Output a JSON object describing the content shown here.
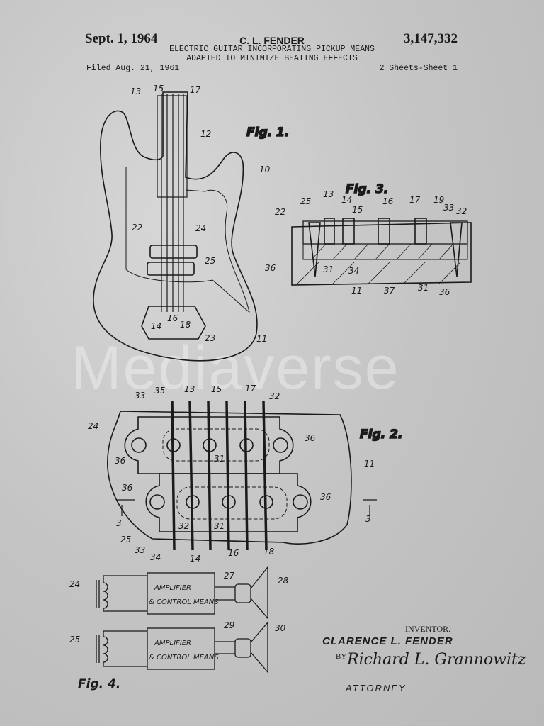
{
  "header": {
    "date": "Sept. 1, 1964",
    "inventor": "C. L. FENDER",
    "patent_number": "3,147,332",
    "title_line1": "ELECTRIC GUITAR INCORPORATING PICKUP MEANS",
    "title_line2": "ADAPTED TO MINIMIZE BEATING EFFECTS",
    "filed": "Filed Aug. 21, 1961",
    "sheets": "2 Sheets-Sheet 1"
  },
  "figures": {
    "fig1": "Fig. 1.",
    "fig2": "Fig. 2.",
    "fig3": "Fig. 3.",
    "fig4": "Fig. 4."
  },
  "fig1_refs": {
    "r13": "13",
    "r15": "15",
    "r17": "17",
    "r12": "12",
    "r10": "10",
    "r22": "22",
    "r24": "24",
    "r25": "25",
    "r16": "16",
    "r14": "14",
    "r18": "18",
    "r23": "23",
    "r11": "11"
  },
  "fig3_refs": {
    "r13": "13",
    "r25": "25",
    "r22": "22",
    "r14": "14",
    "r15": "15",
    "r16": "16",
    "r17": "17",
    "r19": "19",
    "r33": "33",
    "r32": "32",
    "r36": "36",
    "r31": "31",
    "r34": "34",
    "r11": "11",
    "r37": "37",
    "r31b": "31",
    "r36b": "36"
  },
  "fig2_refs": {
    "r33": "33",
    "r35": "35",
    "r13": "13",
    "r15": "15",
    "r17": "17",
    "r32": "32",
    "r24": "24",
    "r36a": "36",
    "r36b": "36",
    "r31": "31",
    "r36c": "36",
    "r36d": "36",
    "r11": "11",
    "r3a": "3",
    "r3b": "3",
    "r32b": "32",
    "r31b": "31",
    "r25": "25",
    "r33b": "33",
    "r34": "34",
    "r14": "14",
    "r16": "16",
    "r18": "18"
  },
  "fig4": {
    "amp1_line1": "AMPLIFIER",
    "amp1_line2": "& CONTROL MEANS",
    "amp2_line1": "AMPLIFIER",
    "amp2_line2": "& CONTROL MEANS",
    "r24": "24",
    "r27": "27",
    "r28": "28",
    "r25": "25",
    "r29": "29",
    "r30": "30"
  },
  "signature": {
    "inventor_label": "INVENTOR.",
    "inventor_name": "CLARENCE L. FENDER",
    "by": "BY",
    "signature": "Richard L. Grannowitz",
    "attorney": "ATTORNEY"
  },
  "watermark": "Mediaverse"
}
